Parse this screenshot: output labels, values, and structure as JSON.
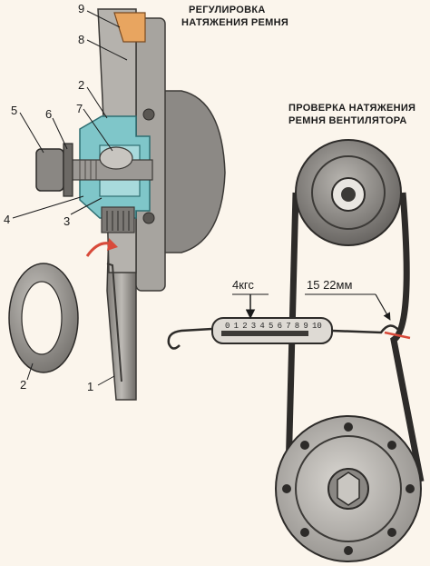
{
  "headings": {
    "adjust_line1": "РЕГУЛИРОВКА",
    "adjust_line2": "НАТЯЖЕНИЯ РЕМНЯ",
    "check_line1": "ПРОВЕРКА НАТЯЖЕНИЯ",
    "check_line2": "РЕМНЯ ВЕНТИЛЯТОРА"
  },
  "callouts": {
    "c9": "9",
    "c8": "8",
    "c2_top": "2",
    "c5": "5",
    "c6": "6",
    "c7": "7",
    "c4": "4",
    "c3": "3",
    "c2_washer": "2",
    "c1": "1"
  },
  "measurements": {
    "force": "4кгс",
    "deflection": "15 22мм"
  },
  "scale_marks": [
    "0",
    "1",
    "2",
    "3",
    "4",
    "5",
    "6",
    "7",
    "8",
    "9",
    "10"
  ],
  "colors": {
    "metal_gray": "#8f8c88",
    "dark_metal": "#4a4744",
    "section_cyan": "#7fc6c9",
    "orange": "#e8a560",
    "red_arrow": "#d84a3a",
    "background": "#fbf5ec",
    "ink": "#1b1b1b"
  }
}
